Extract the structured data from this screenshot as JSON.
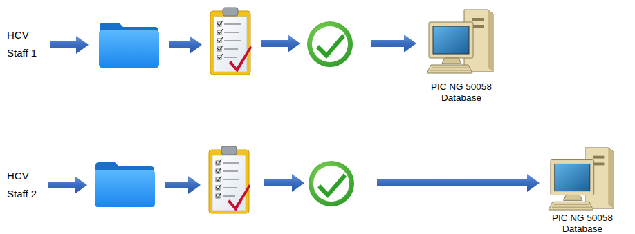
{
  "diagram": {
    "nodes": [
      {
        "text": [
          "PIC NG 50058 Database"
        ]
      },
      {
        "text": [
          "PIC NG 50058 Database"
        ]
      }
    ],
    "labels": [
      "HCV Staff 1",
      "HCV Staff 2"
    ]
  }
}
